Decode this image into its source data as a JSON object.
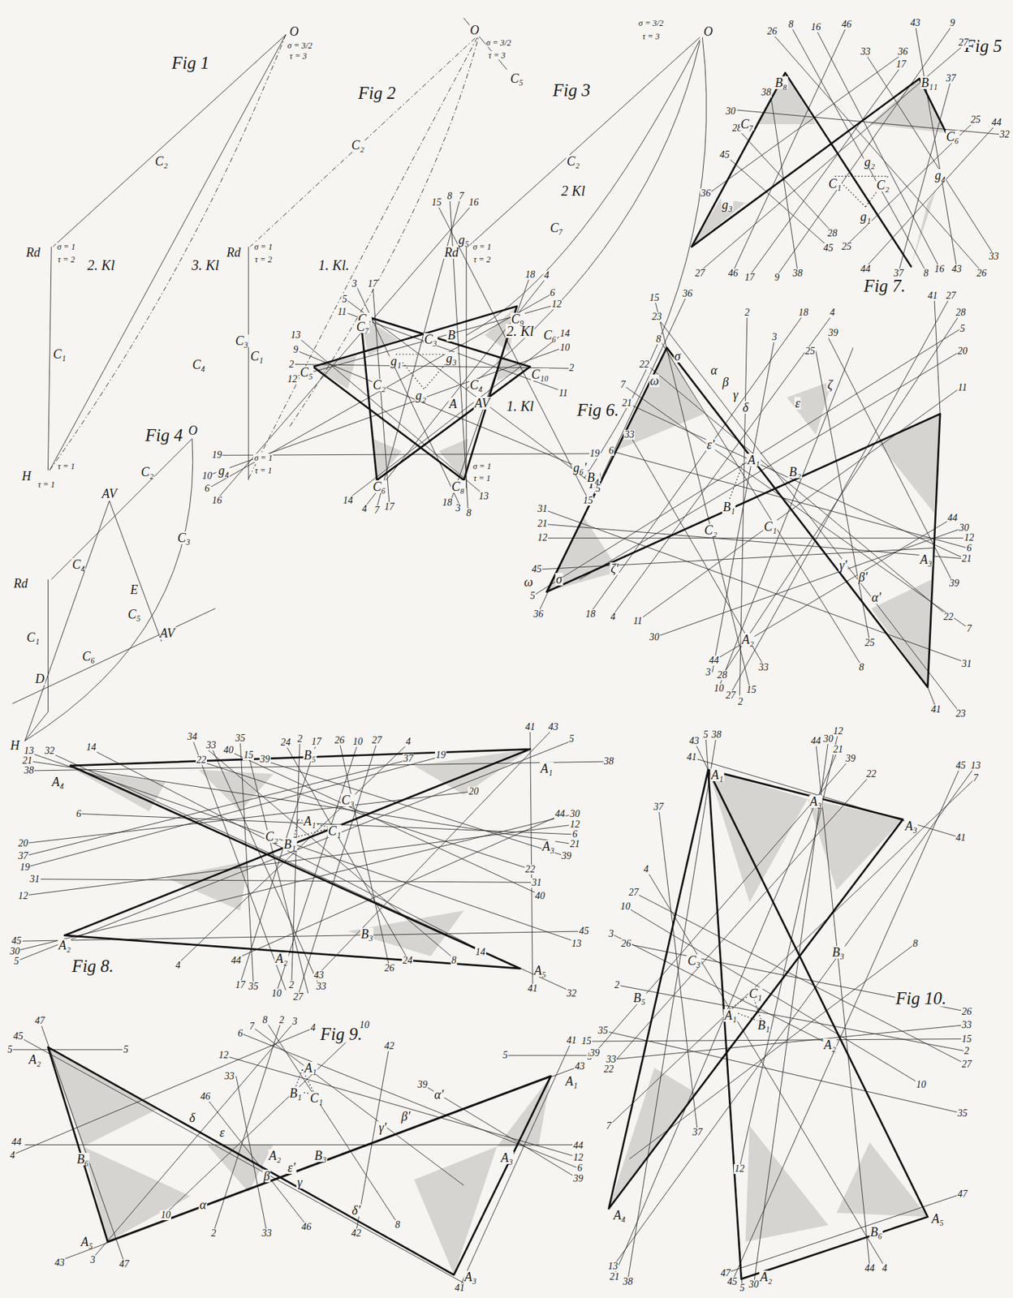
{
  "diagram": {
    "labels": [
      "Fig 1",
      "O",
      "σ = 3/2",
      "τ = 3",
      "C₂",
      "Rd",
      "σ = 1",
      "τ = 2",
      "2. Kl",
      "3. Kl",
      "C₄",
      "C₃",
      "C₁",
      "H",
      "τ = 1",
      "τ = 1",
      "Fig 2",
      "O",
      "σ = 3/2",
      "τ = 3",
      "C₅",
      "C₂",
      "Rd",
      "σ = 1",
      "τ = 2",
      "1. Kl.",
      "C₃",
      "C₁",
      "H",
      "σ = 1",
      "τ = 1",
      "σ = 3/2",
      "τ = 3",
      "O",
      "Fig 3",
      "C₂",
      "2 Kl",
      "Rd",
      "σ = 1",
      "τ = 2",
      "C₇",
      "B",
      "2. Kl",
      "C₆",
      "A",
      "AV",
      "1. Kl",
      "σ = 1",
      "τ = 1",
      "H",
      "Fig 4",
      "O",
      "C₂",
      "AV",
      "C₃",
      "Rd",
      "C₄",
      "E",
      "C₅",
      "AV",
      "C₁",
      "D",
      "C₆",
      "H",
      "Fig 5",
      "26",
      "8",
      "16",
      "46",
      "43",
      "9",
      "27",
      "33",
      "36",
      "17",
      "37",
      "25",
      "44",
      "32",
      "30",
      "28",
      "45",
      "36",
      "38",
      "B₈",
      "B₁₁",
      "C₇",
      "C₆",
      "g₂",
      "C₁",
      "C₂",
      "g₁",
      "g₃",
      "g₄",
      "33",
      "26",
      "43",
      "16",
      "8",
      "37",
      "44",
      "25",
      "28",
      "45",
      "9",
      "38",
      "17",
      "46",
      "27",
      "15",
      "8",
      "7",
      "16",
      "g₅",
      "3",
      "17",
      "5",
      "11",
      "18",
      "4",
      "6",
      "12",
      "C₇",
      "C₉",
      "13",
      "9",
      "2",
      "12",
      "C₅",
      "14",
      "10",
      "2",
      "11",
      "C₁₀",
      "C₃",
      "g₁",
      "g₃",
      "C₂",
      "C₄",
      "g₂",
      "19",
      "g₄",
      "10",
      "6",
      "16",
      "19",
      "g₆'",
      "9",
      "5",
      "15",
      "C₆",
      "C₈",
      "14",
      "4",
      "7",
      "17",
      "18",
      "3",
      "8",
      "13",
      "Fig 6.",
      "Fig 7.",
      "15",
      "36",
      "23",
      "8",
      "σ",
      "22",
      "ω",
      "7",
      "21",
      "33",
      "6",
      "B₄",
      "2",
      "3",
      "18",
      "4",
      "25",
      "39",
      "41",
      "27",
      "28",
      "5",
      "20",
      "11",
      "α",
      "β",
      "γ",
      "δ",
      "ε",
      "ζ",
      "A₁",
      "B₂",
      "ε'",
      "B₁",
      "C₂",
      "C₁",
      "γ'",
      "β'",
      "α'",
      "A₃",
      "44",
      "30",
      "12",
      "6",
      "21",
      "39",
      "22",
      "7",
      "31",
      "41",
      "23",
      "31",
      "21",
      "12",
      "ζ'",
      "45",
      "ω",
      "σ",
      "5",
      "36",
      "18",
      "4",
      "11",
      "30",
      "A₂",
      "44",
      "3",
      "28",
      "10",
      "27",
      "2",
      "15",
      "33",
      "8",
      "25",
      "13",
      "32",
      "21",
      "38",
      "A₄",
      "14",
      "34",
      "33",
      "22",
      "35",
      "40",
      "15",
      "39",
      "24",
      "2",
      "B₅",
      "17",
      "26",
      "10",
      "27",
      "4",
      "37",
      "19",
      "C₃",
      "41",
      "43",
      "5",
      "38",
      "A₁",
      "20",
      "6",
      "20",
      "37",
      "19",
      "31",
      "12",
      "A₁",
      "C₁",
      "C₂",
      "B₁",
      "44",
      "30",
      "12",
      "6",
      "21",
      "A₃",
      "39",
      "22",
      "31",
      "40",
      "45",
      "30",
      "5",
      "A₂",
      "Fig 8.",
      "B₃",
      "A₂",
      "44",
      "4",
      "26",
      "24",
      "8",
      "14",
      "45",
      "13",
      "A₅",
      "41",
      "32",
      "17",
      "35",
      "10",
      "2",
      "27",
      "43",
      "33",
      "47",
      "45",
      "5",
      "A₂",
      "5",
      "6",
      "7",
      "8",
      "2",
      "3",
      "4",
      "Fig 9.",
      "10",
      "12",
      "33",
      "A₁",
      "B₁",
      "C₁",
      "42",
      "5",
      "41",
      "5",
      "43",
      "A₁",
      "39",
      "α'",
      "β'",
      "γ'",
      "46",
      "δ",
      "ε",
      "44",
      "4",
      "B₆",
      "A₂",
      "B₃",
      "A₃",
      "44",
      "12",
      "6",
      "39",
      "ε'",
      "β",
      "γ",
      "α",
      "δ'",
      "8",
      "42",
      "46",
      "2",
      "33",
      "10",
      "43",
      "3",
      "47",
      "A₅",
      "A₃",
      "41",
      "43",
      "5",
      "38",
      "41",
      "A₁",
      "44",
      "30",
      "12",
      "21",
      "39",
      "A₃",
      "22",
      "45",
      "13",
      "7",
      "A₃",
      "41",
      "37",
      "4",
      "27",
      "10",
      "3",
      "26",
      "8",
      "B₃",
      "C₃",
      "C₁",
      "Fig 10.",
      "B₅",
      "2",
      "A₁",
      "B₁",
      "26",
      "33",
      "35",
      "15",
      "15",
      "39",
      "33",
      "A₂",
      "22",
      "2",
      "27",
      "10",
      "35",
      "7",
      "37",
      "12",
      "A₄",
      "13",
      "21",
      "38",
      "B₆",
      "44",
      "4",
      "A₅",
      "47",
      "A₂",
      "47",
      "45",
      "5",
      "30"
    ]
  }
}
